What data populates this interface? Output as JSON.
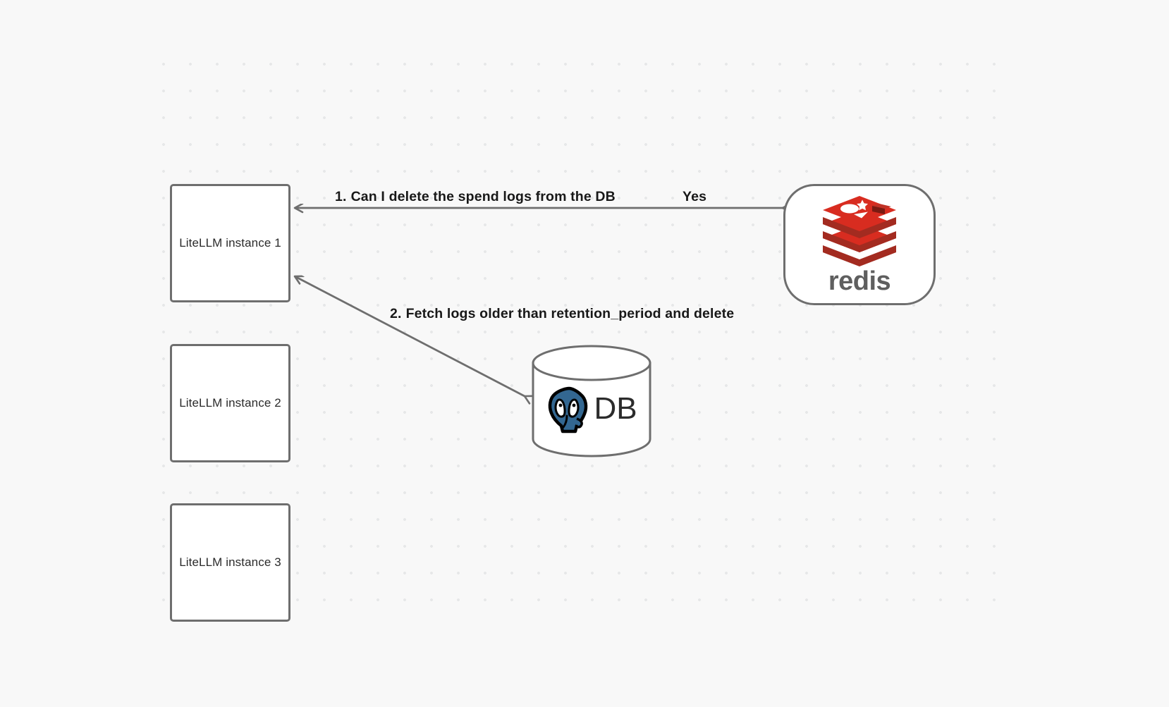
{
  "canvas": {
    "background_color": "#f8f8f8",
    "dot_color": "#e7e8e9",
    "stroke_color": "#6e6e6e"
  },
  "nodes": [
    {
      "id": "litellm-1",
      "label": "LiteLLM instance 1",
      "shape": "rectangle"
    },
    {
      "id": "litellm-2",
      "label": "LiteLLM instance 2",
      "shape": "rectangle"
    },
    {
      "id": "litellm-3",
      "label": "LiteLLM instance 3",
      "shape": "rectangle"
    },
    {
      "id": "redis",
      "label": "redis",
      "shape": "rounded-rectangle",
      "logo": "redis-logo",
      "logo_color": "#d82c20",
      "wordmark_color": "#5f5f5f"
    },
    {
      "id": "postgres-db",
      "label": "DB",
      "shape": "cylinder",
      "logo": "postgresql-elephant-icon",
      "logo_color": "#336791"
    }
  ],
  "edges": [
    {
      "id": "edge-1",
      "from": "litellm-1",
      "to": "redis",
      "arrow": "both",
      "number": "1.",
      "label": "Can I delete the spend logs from the DB",
      "reply_label": "Yes"
    },
    {
      "id": "edge-2",
      "from": "postgres-db",
      "to": "litellm-1",
      "arrow": "both",
      "number": "2.",
      "label": "Fetch logs older than retention_period and delete"
    }
  ]
}
